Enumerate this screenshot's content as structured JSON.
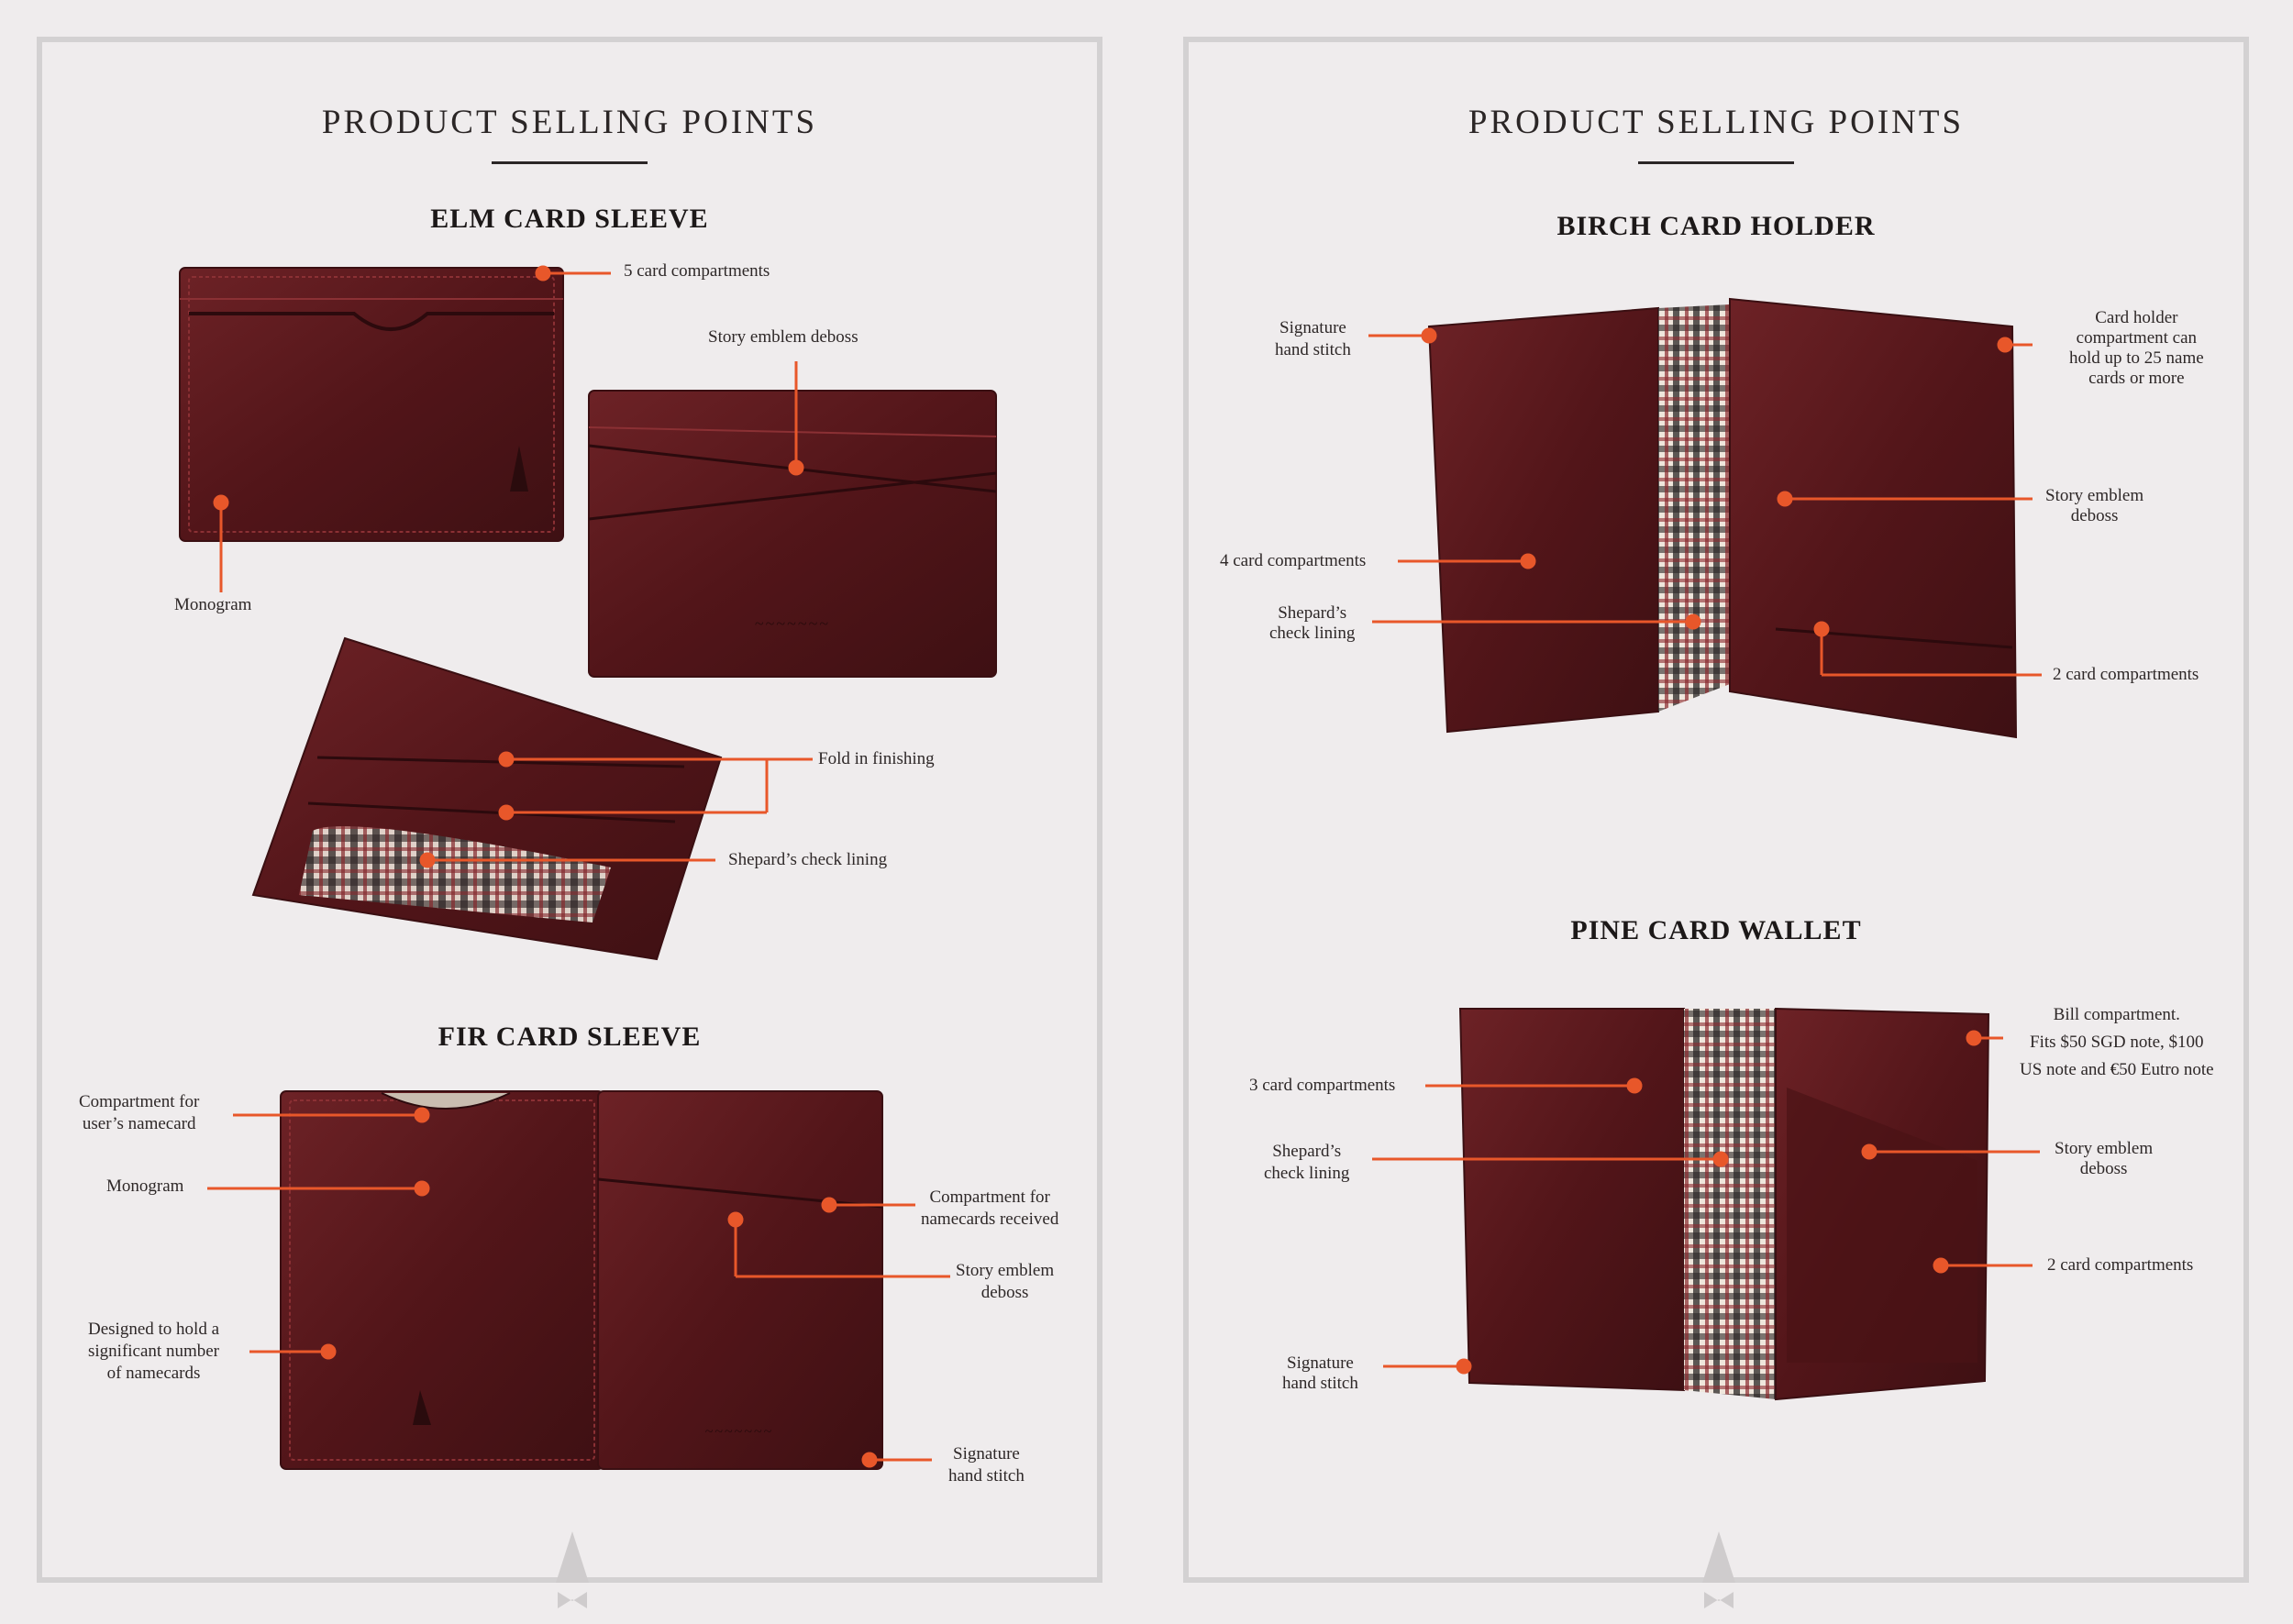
{
  "left_page": {
    "heading": "PRODUCT SELLING POINTS",
    "elm": {
      "title": "ELM CARD SLEEVE",
      "labels": {
        "card_compartments": "5 card compartments",
        "story_emblem": "Story emblem deboss",
        "monogram": "Monogram",
        "fold_finishing": "Fold in finishing",
        "check_lining": "Shepard’s check lining"
      }
    },
    "fir": {
      "title": "FIR CARD SLEEVE",
      "labels": {
        "compartment_users": [
          "Compartment for",
          "user’s namecard"
        ],
        "monogram": "Monogram",
        "designed_hold": [
          "Designed to hold a",
          "significant number",
          "of namecards"
        ],
        "compartment_received": [
          "Compartment for",
          "namecards received"
        ],
        "story_emblem": [
          "Story emblem",
          "deboss"
        ],
        "signature_stitch": [
          "Signature",
          "hand stitch"
        ]
      }
    }
  },
  "right_page": {
    "heading": "PRODUCT SELLING POINTS",
    "birch": {
      "title": "BIRCH CARD HOLDER",
      "labels": {
        "signature_stitch": [
          "Signature",
          "hand stitch"
        ],
        "card_holder_compartment": [
          "Card holder",
          "compartment can",
          "hold up to 25 name",
          "cards or more"
        ],
        "four_compartments": "4 card compartments",
        "story_emblem": [
          "Story emblem",
          "deboss"
        ],
        "check_lining": [
          "Shepard’s",
          "check lining"
        ],
        "two_compartments": "2 card compartments"
      }
    },
    "pine": {
      "title": "PINE CARD WALLET",
      "labels": {
        "bill_compartment": [
          "Bill compartment.",
          "Fits $50 SGD note, $100",
          "US note and €50 Eutro note"
        ],
        "three_compartments": "3 card compartments",
        "check_lining": [
          "Shepard’s",
          "check lining"
        ],
        "story_emblem": [
          "Story emblem",
          "deboss"
        ],
        "two_compartments": "2 card compartments",
        "signature_stitch": [
          "Signature",
          "hand stitch"
        ]
      }
    }
  },
  "colors": {
    "accent": "#e8572a",
    "leather": "#5a1a1e",
    "leather_light": "#7a2a2c",
    "border": "#d3d1d2",
    "background": "#efeced"
  }
}
